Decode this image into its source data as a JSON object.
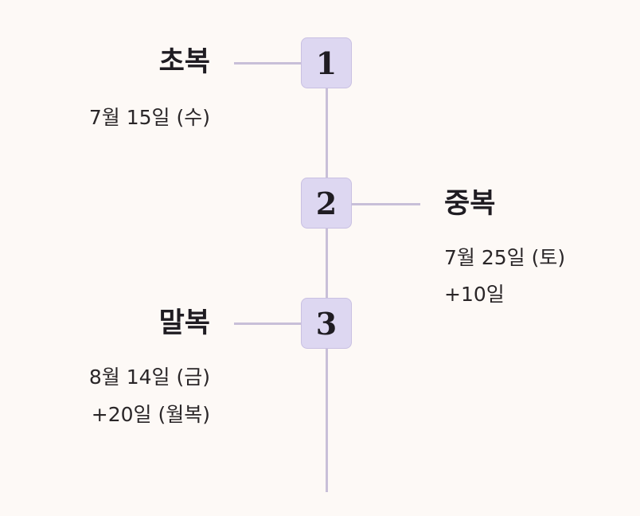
{
  "events": [
    {
      "marker": "1",
      "name": "초복",
      "date": "7월 15일 (수)",
      "interval": ""
    },
    {
      "marker": "2",
      "name": "중복",
      "date": "7월 25일 (토)",
      "interval": "+10일"
    },
    {
      "marker": "3",
      "name": "말복",
      "date": "8월 14일 (금)",
      "interval": "+20일 (월복)"
    }
  ],
  "colors": {
    "background": "#fdf9f6",
    "line": "#c8bfd8",
    "node_fill": "#ddd7f1",
    "node_border": "#c9c0e2",
    "text": "#2a2628"
  }
}
